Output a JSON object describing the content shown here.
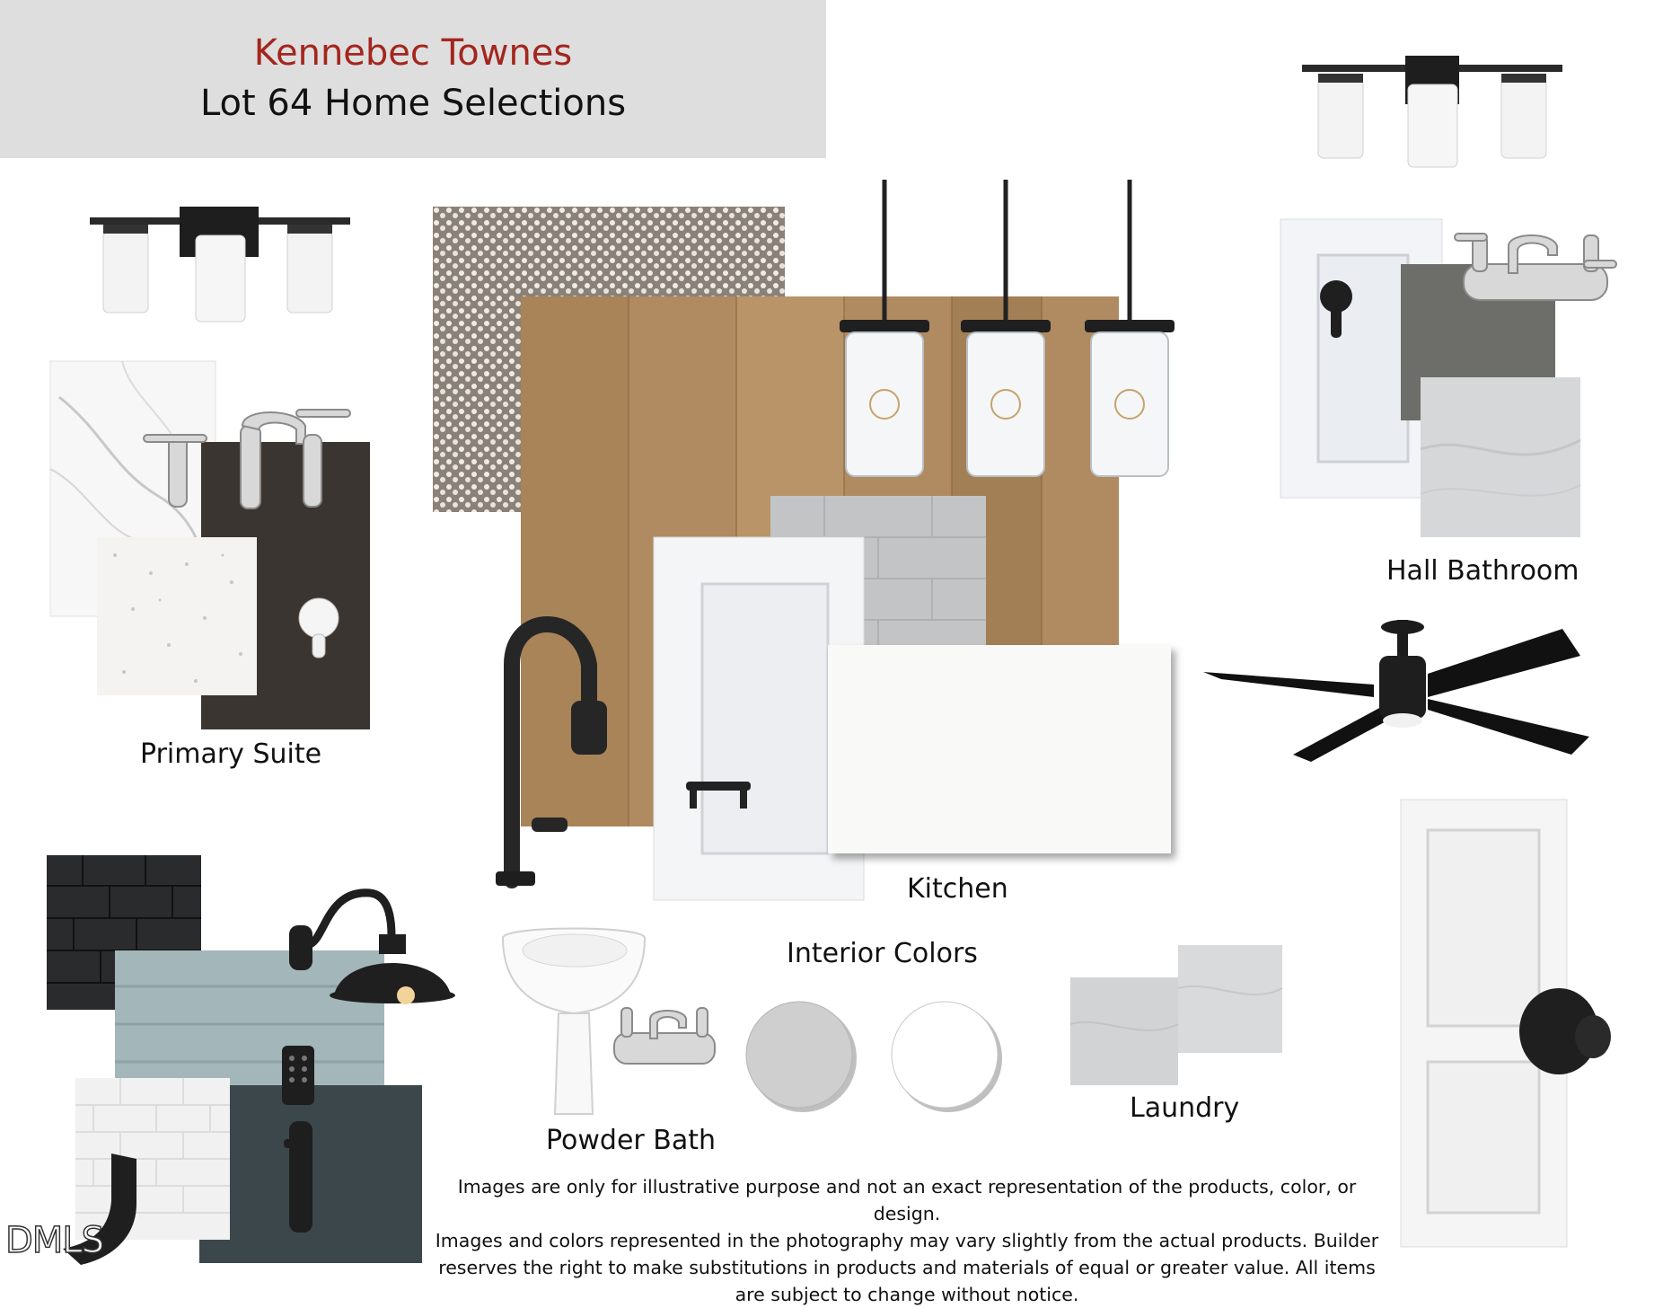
{
  "header": {
    "community": "Kennebec Townes",
    "subtitle": "Lot 64 Home Selections"
  },
  "sections": {
    "primary_suite": "Primary Suite",
    "kitchen": "Kitchen",
    "hall_bathroom": "Hall Bathroom",
    "powder_bath": "Powder Bath",
    "interior_colors": "Interior Colors",
    "laundry": "Laundry"
  },
  "disclaimer": [
    "Images are only for illustrative purpose and not an exact representation of the products, color, or design.",
    "Images and colors represented in the photography may vary slightly from the actual products.  Builder",
    "reserves the right to make substitutions in products and materials of equal or greater value.  All items",
    "are subject to change without notice."
  ],
  "watermark": "DMLS",
  "colors": {
    "title_red": "#a3261e",
    "header_bg": "#dedede",
    "matte_black": "#1f1f1f",
    "wood": "#b08a60",
    "cabinet_dark": "#3b3531",
    "siding_blue": "#a3b6ba",
    "shutter_slate": "#3c474c",
    "gray_vanity": "#6d6d6a",
    "interior_color_1": "#cfcfcf",
    "interior_color_2": "#ffffff"
  }
}
